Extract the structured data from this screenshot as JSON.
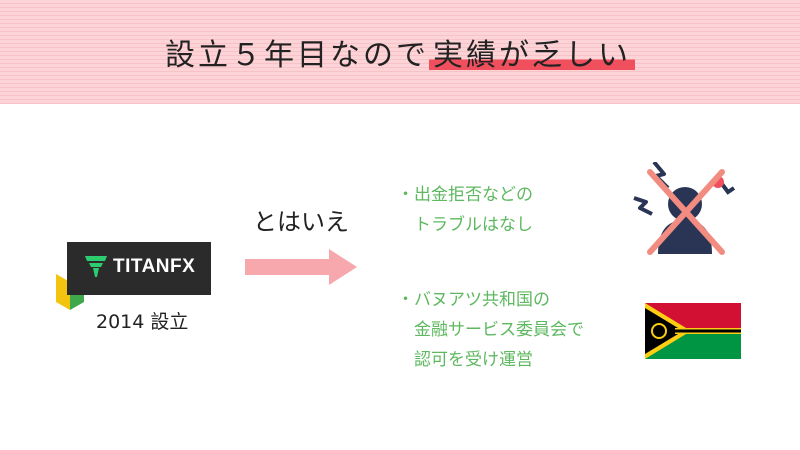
{
  "header": {
    "title_prefix": "設立５年目なので",
    "title_highlight": "実績が乏しい"
  },
  "logo": {
    "brand_text": "TITANFX",
    "caption": "2014 設立"
  },
  "transition": {
    "label": "とはいえ"
  },
  "bullets": [
    {
      "marker": "・",
      "line1": "出金拒否などの",
      "line2": "トラブルはなし"
    },
    {
      "marker": "・",
      "line1": "バヌアツ共和国の",
      "line2": "金融サービス委員会で",
      "line3": "認可を受け運営"
    }
  ],
  "colors": {
    "header_bg": "#fcd3d6",
    "highlight": "#f0505d",
    "arrow": "#f7a8ad",
    "bullet_text": "#5db85f",
    "logo_bg": "#2b2b2b",
    "logo_green": "#2ecc71"
  },
  "icons": [
    "beginner-mark-icon",
    "titan-logo-icon",
    "right-arrow-icon",
    "frustrated-person-icon",
    "vanuatu-flag-icon"
  ]
}
